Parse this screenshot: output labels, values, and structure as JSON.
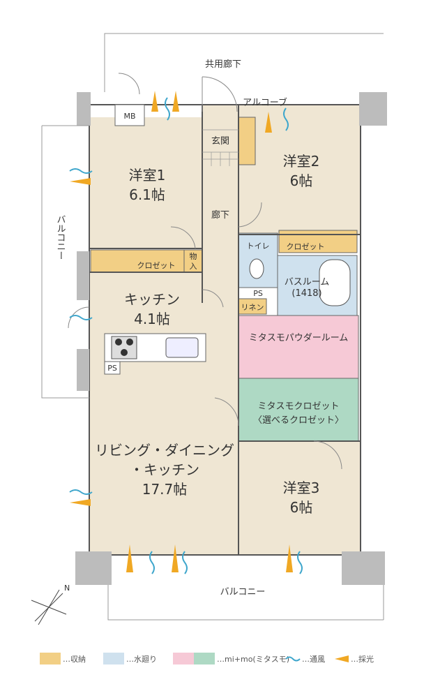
{
  "rooms": {
    "bedroom1": {
      "name": "洋室1",
      "size": "6.1帖"
    },
    "bedroom2": {
      "name": "洋室2",
      "size": "6帖"
    },
    "bedroom3": {
      "name": "洋室3",
      "size": "6帖"
    },
    "kitchen": {
      "name": "キッチン",
      "size": "4.1帖"
    },
    "ldk": {
      "line1": "リビング・ダイニング",
      "line2": "・キッチン",
      "size": "17.7帖"
    }
  },
  "labels": {
    "corridor_common": "共用廊下",
    "alcove": "アルコーブ",
    "entrance": "玄関",
    "hallway": "廊下",
    "toilet": "トイレ",
    "closet_b2": "クロゼット",
    "closet_b1": "クロゼット",
    "storage": [
      "物",
      "入"
    ],
    "bathroom": "バスルーム",
    "bathroom_size": "(1418)",
    "ps1": "PS",
    "ps2": "PS",
    "linen": "リネン",
    "powder": "ミタスモパウダールーム",
    "mitasumo_closet": "ミタスモクロゼット",
    "choose_closet": "〈選べるクロゼット〉",
    "mb": "MB",
    "balcony_left": "バルコニー",
    "balcony_bottom": "バルコニー"
  },
  "legend": [
    {
      "label": "…収納",
      "color": "#f2cf85"
    },
    {
      "label": "…水廻り",
      "color": "#cfe1ee"
    },
    {
      "label": "…mi+mo(ミタスモ)",
      "color": "#f6c9d6"
    },
    {
      "label": "…通風",
      "color": "#3ea6cc"
    },
    {
      "label": "…採光",
      "color": "#f0a824"
    }
  ],
  "compass": "N"
}
